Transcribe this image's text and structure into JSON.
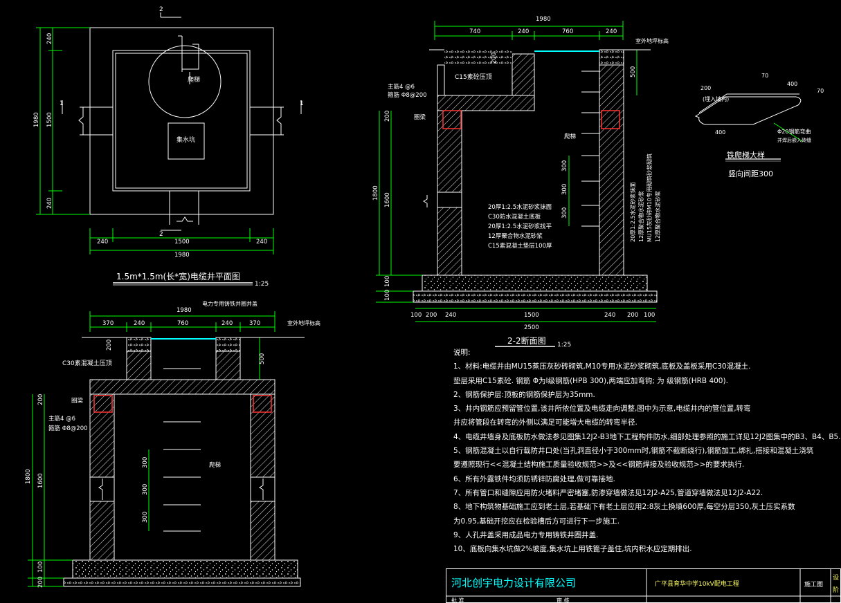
{
  "colors": {
    "background": "#000000",
    "lines": "#ffffff",
    "dims": "#00ff00",
    "hatch": "#ffffff",
    "rings": "#ff0000",
    "cover": "#00ffff",
    "text": "#ffff66"
  },
  "plan": {
    "title": "1.5m*1.5m(长*宽)电缆井平面图",
    "scale": "1:25",
    "ladder": "爬梯",
    "sump": "集水坑",
    "sec1": "1",
    "sec2": "2",
    "dim_top": [
      "240",
      "1500",
      "240"
    ],
    "dim_total": "1980",
    "dim_left": [
      "240",
      "1500",
      "240"
    ],
    "dim_left_total": "1980"
  },
  "sec22": {
    "title": "2-2断面图",
    "scale": "1:25",
    "dim_top_total": "1980",
    "dim_top": [
      "740",
      "240",
      "760",
      "240"
    ],
    "ground": "室外地坪标高",
    "c15": "C15素砼压顶",
    "rebar1": "主筋4  @6",
    "rebar2": "箍筋  Φ8@200",
    "ring": "圈梁",
    "ladder": "爬梯",
    "layers": [
      "20厚1:2.5水泥砂浆抹面",
      "C30防水混凝土底板",
      "20厚1:2.5水泥砂浆找平",
      "12厚聚合物水泥砂浆",
      "C15素混凝土垫层100厚"
    ],
    "wall_layers": [
      "20厚1:2.5水泥砂浆抹面",
      "12厚聚合物水泥砂浆",
      "MU15灰砂砖M10专用砌筑砂浆砌筑",
      "12厚聚合物水泥砂浆"
    ],
    "dim_left": [
      "200",
      "200",
      "1600",
      "100",
      "100"
    ],
    "dim_left_total": "1800",
    "dim_right": "500",
    "dim_mid": [
      "300",
      "300",
      "300"
    ],
    "dim_bottom": [
      "100",
      "200",
      "240",
      "1500",
      "240",
      "200",
      "100"
    ],
    "dim_bottom_total": "2500"
  },
  "sec11": {
    "dim_top_total": "1980",
    "dim_top": [
      "370",
      "240",
      "760",
      "240",
      "370"
    ],
    "cover_label": "电力专用铸铁井圈井盖",
    "ground": "室外地坪标高",
    "c30": "C30素混凝土压顶",
    "ring": "圈梁",
    "rebar1": "主筋4  @6",
    "rebar2": "箍筋  Φ8@200",
    "ladder": "爬梯",
    "dim_left": [
      "200",
      "200",
      "1600",
      "100",
      "200"
    ],
    "dim_left_total": "1800",
    "dim_right": "500",
    "dim_mid": [
      "300",
      "300",
      "300"
    ]
  },
  "detail": {
    "title": "铁爬梯大样",
    "spacing": "竖向间距300",
    "d1": "200",
    "d2": "70",
    "d3": "400",
    "d4": "70",
    "d5": "400",
    "embed": "(埋入墙内)",
    "rebar": "Φ20钢筋弯曲",
    "note": "并焊后嵌入砖缝"
  },
  "notes": {
    "heading": "说明:",
    "lines": [
      "1、材料:电缆井由MU15蒸压灰砂砖砌筑,M10专用水泥砂浆砌筑,底板及盖板采用C30混凝土.",
      "   垫层采用C15素砼.     钢筋  Φ为Ⅰ级钢筋(HPB 300),两端应加弯钩;  为   级钢筋(HRB 400).",
      "2、钢筋保护层:顶板的钢筋保护层为35mm.",
      "3、井内钢筋应预留管位置,该井所依位置及电缆走向调整,图中为示意,电缆井内的管位置,转弯",
      "   井应将管段在转弯的外侧以满足可能增大电缆的转弯半径.",
      "4、电缆井墙身及底板防水做法参见图集12J2-B3地下工程构件防水,细部处理参照的施工详见12J2图集中的B3、B4、B5.",
      "5、钢筋混凝土以自行载防井口处(当孔洞直径小于300mm时,钢筋不截断绕行),钢筋加工,绑扎,搭接和混凝土浇筑",
      "   要遵照现行<<混凝土结构施工质量验收规范>>及<<钢筋焊接及验收规范>>的要求执行.",
      "6、所有外露铁件均须防锈锌防腐处理,做可靠接地.",
      "7、所有管口和缝隙应用防火堵料严密堵塞,防渗穿墙做法见12J2-A25,管道穿墙做法见12J2-A22.",
      "8、地下构筑物基础施工应到老土层,若基础下有老土层应用2:8灰土换填600厚,每空分层350,灰土压实系数",
      "   为0.95,基础开挖应在检验槽后方可进行下一步施工.",
      "9、人孔井盖采用成品电力专用铸铁井圈井盖.",
      "10、底板向集水坑做2%坡度,集水坑上用铁篦子盖住,坑内积水应定期排出."
    ]
  },
  "titleblock": {
    "company": "河北创宇电力设计有限公司",
    "project": "广平县育华中学10kV配电工程",
    "stage": "施工图",
    "corner": "设",
    "corner2": "阶",
    "row2a": "批  准",
    "row2b": "审  核"
  }
}
